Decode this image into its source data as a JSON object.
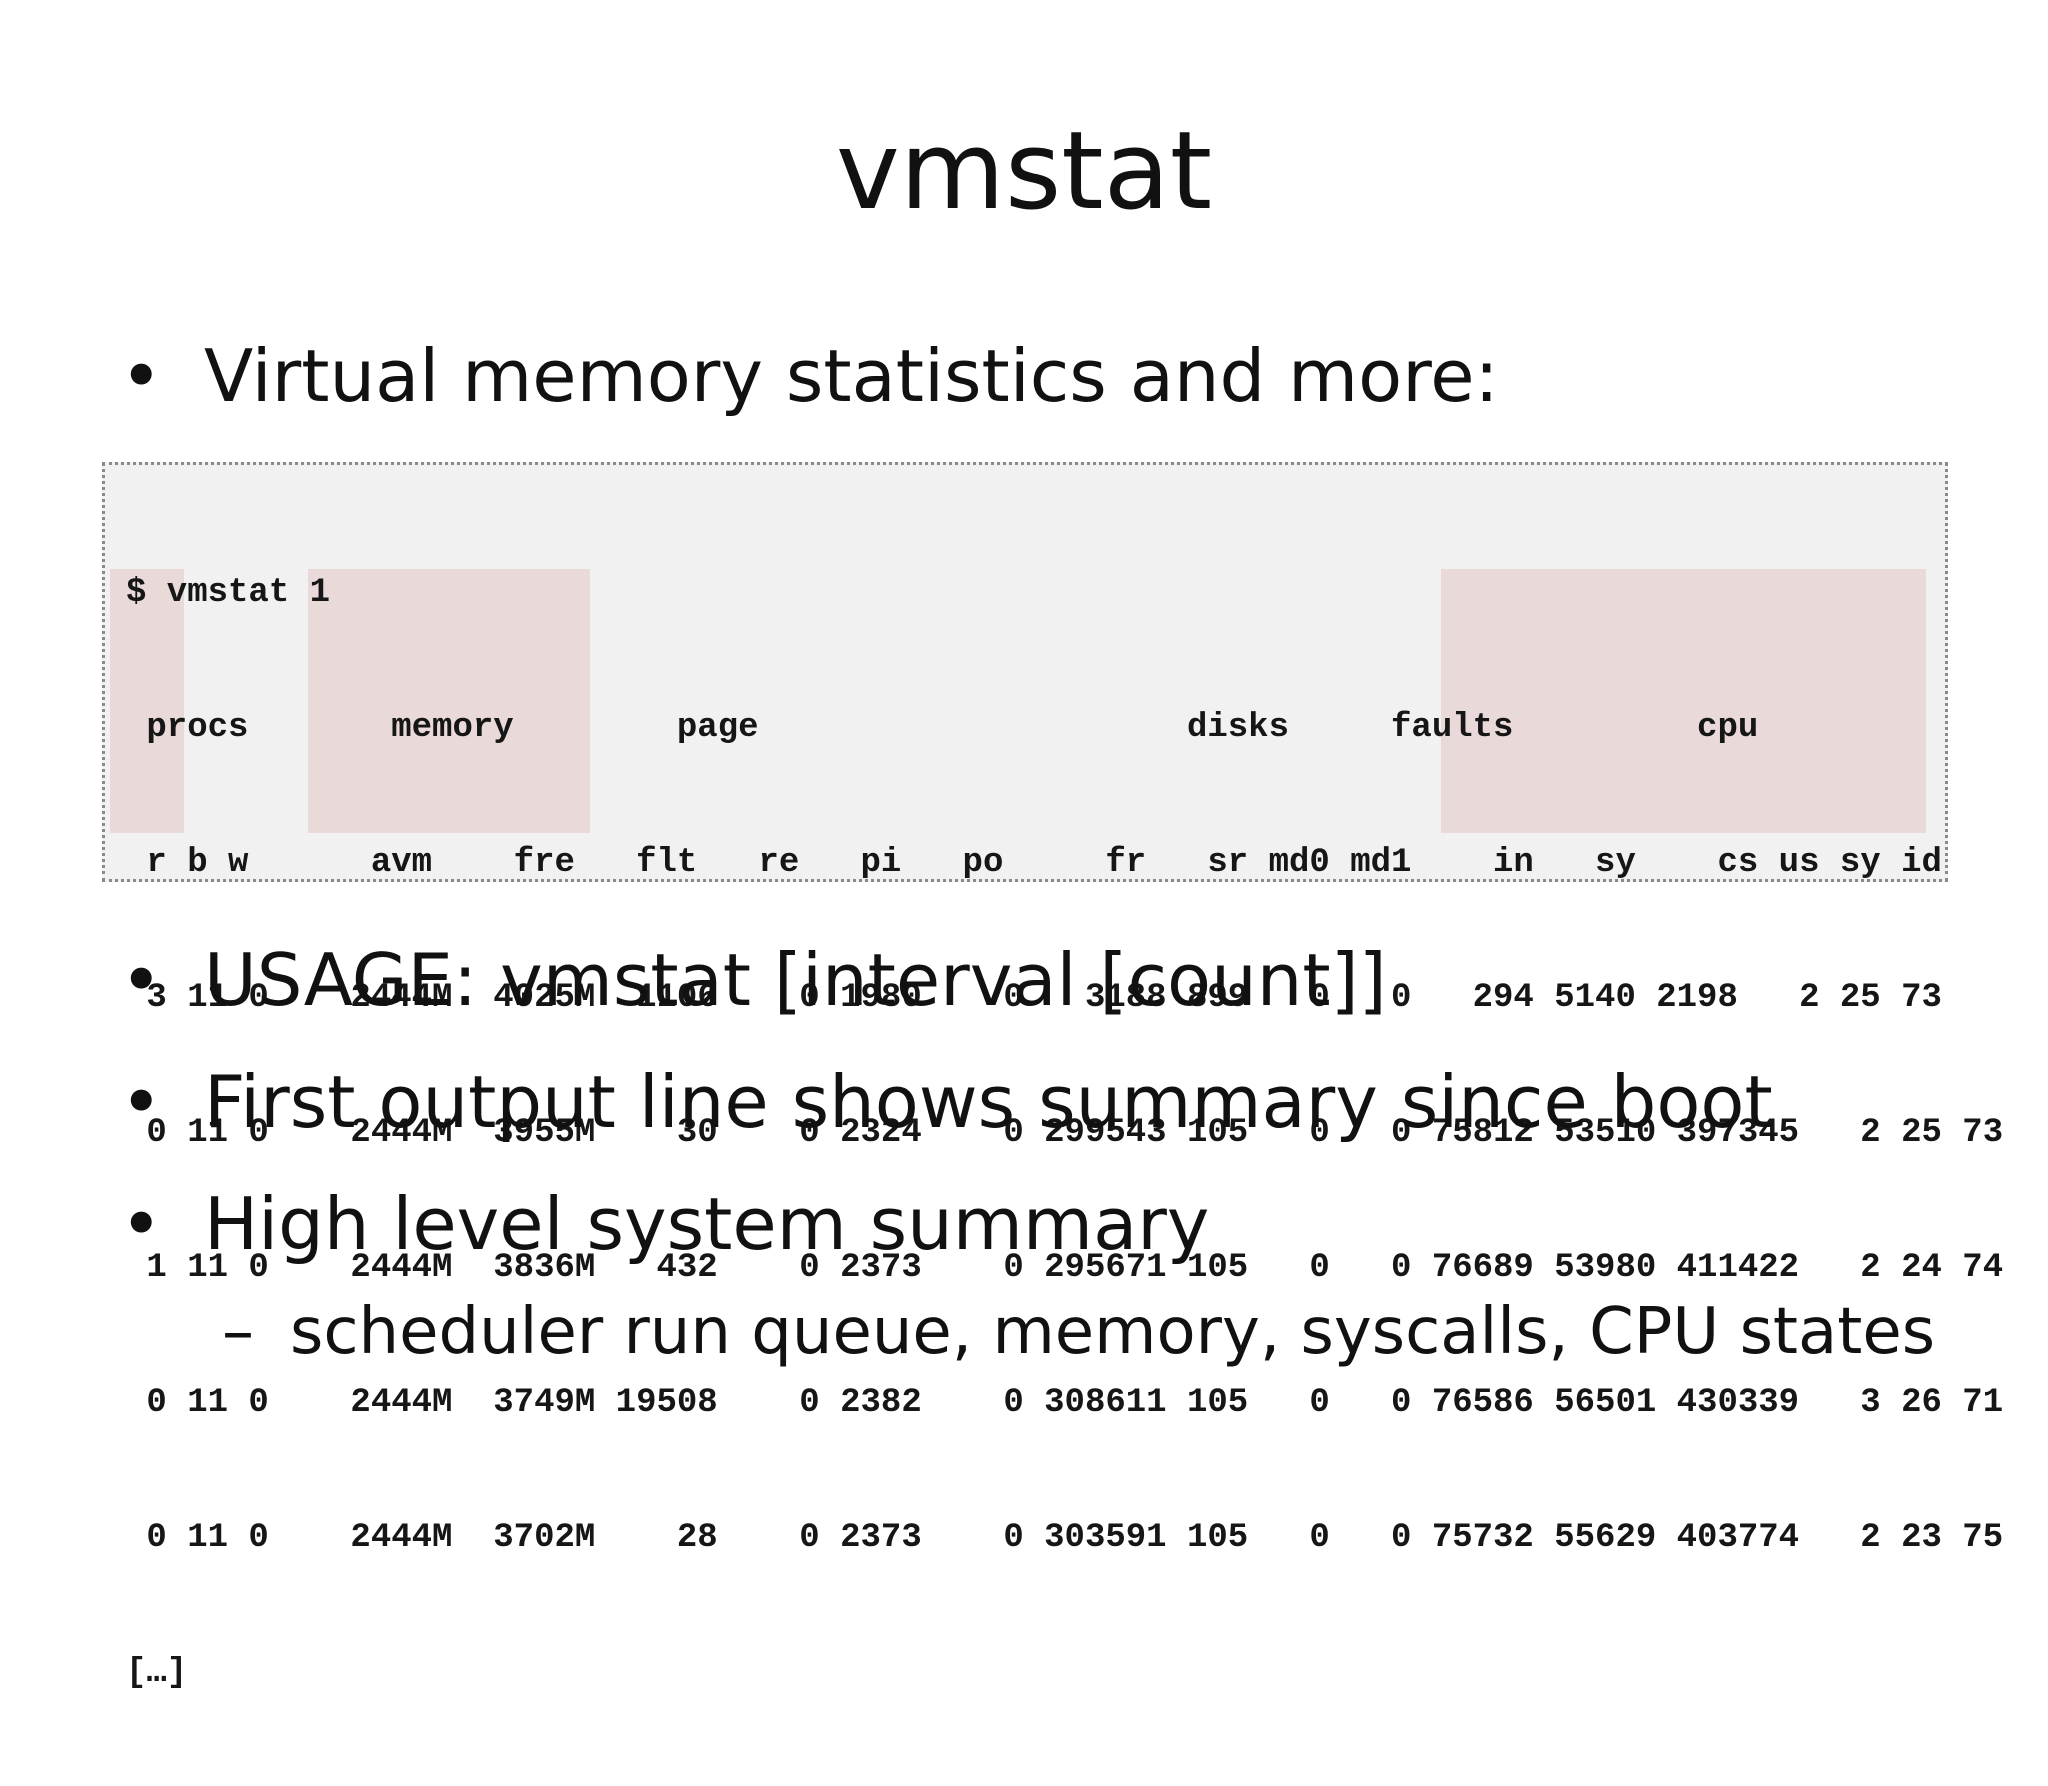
{
  "slide": {
    "title": "vmstat",
    "bullets": [
      "Virtual memory statistics and more:",
      "USAGE: vmstat [interval [count]]",
      "First output line shows summary since boot",
      "High level system summary"
    ],
    "sub_bullet": "scheduler run queue, memory, syscalls, CPU states",
    "bullet_glyph": "•",
    "dash_glyph": "–"
  },
  "terminal": {
    "command": "$ vmstat 1",
    "header_groups": " procs       memory        page                     disks     faults         cpu",
    "header_columns": " r b w      avm    fre   flt   re   pi   po     fr   sr md0 md1    in   sy    cs us sy id",
    "rows": [
      " 3 11 0    2444M  4025M  1106    0 1980    0   3188 899   0   0   294 5140 2198   2 25 73",
      " 0 11 0    2444M  3955M    30    0 2324    0 299543 105   0   0 75812 53510 397345   2 25 73",
      " 1 11 0    2444M  3836M   432    0 2373    0 295671 105   0   0 76689 53980 411422   2 24 74",
      " 0 11 0    2444M  3749M 19508    0 2382    0 308611 105   0   0 76586 56501 430339   3 26 71",
      " 0 11 0    2444M  3702M    28    0 2373    0 303591 105   0   0 75732 55629 403774   2 23 75"
    ],
    "ellipsis": "[…]"
  }
}
